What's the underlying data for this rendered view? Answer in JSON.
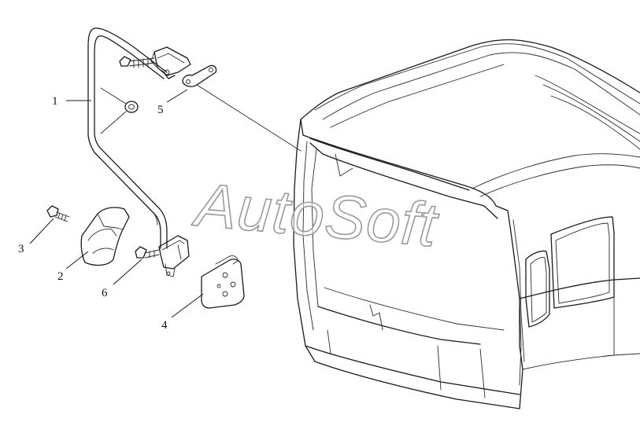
{
  "watermark": {
    "text": "AutoSoft"
  },
  "callouts": [
    {
      "id": "1",
      "label": "1"
    },
    {
      "id": "2",
      "label": "2"
    },
    {
      "id": "3",
      "label": "3"
    },
    {
      "id": "4",
      "label": "4"
    },
    {
      "id": "5",
      "label": "5"
    },
    {
      "id": "6",
      "label": "6"
    }
  ]
}
